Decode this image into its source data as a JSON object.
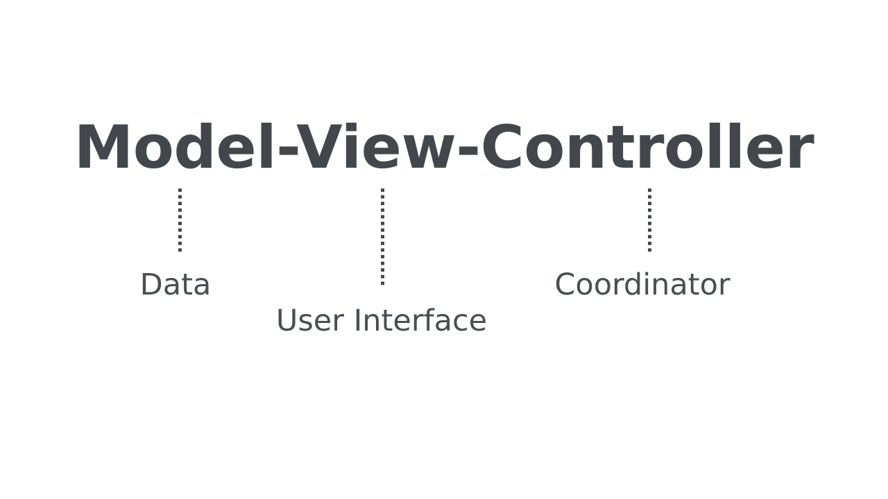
{
  "slide": {
    "background_color": "#ffffff",
    "text_color": "#43474b",
    "title": "Model-View-Controller",
    "connectors": [
      {
        "name": "model",
        "style": "dotted-vertical"
      },
      {
        "name": "view",
        "style": "dotted-vertical"
      },
      {
        "name": "controller",
        "style": "dotted-vertical"
      }
    ],
    "labels": {
      "model": "Data",
      "view": "User Interface",
      "controller": "Coordinator"
    }
  }
}
